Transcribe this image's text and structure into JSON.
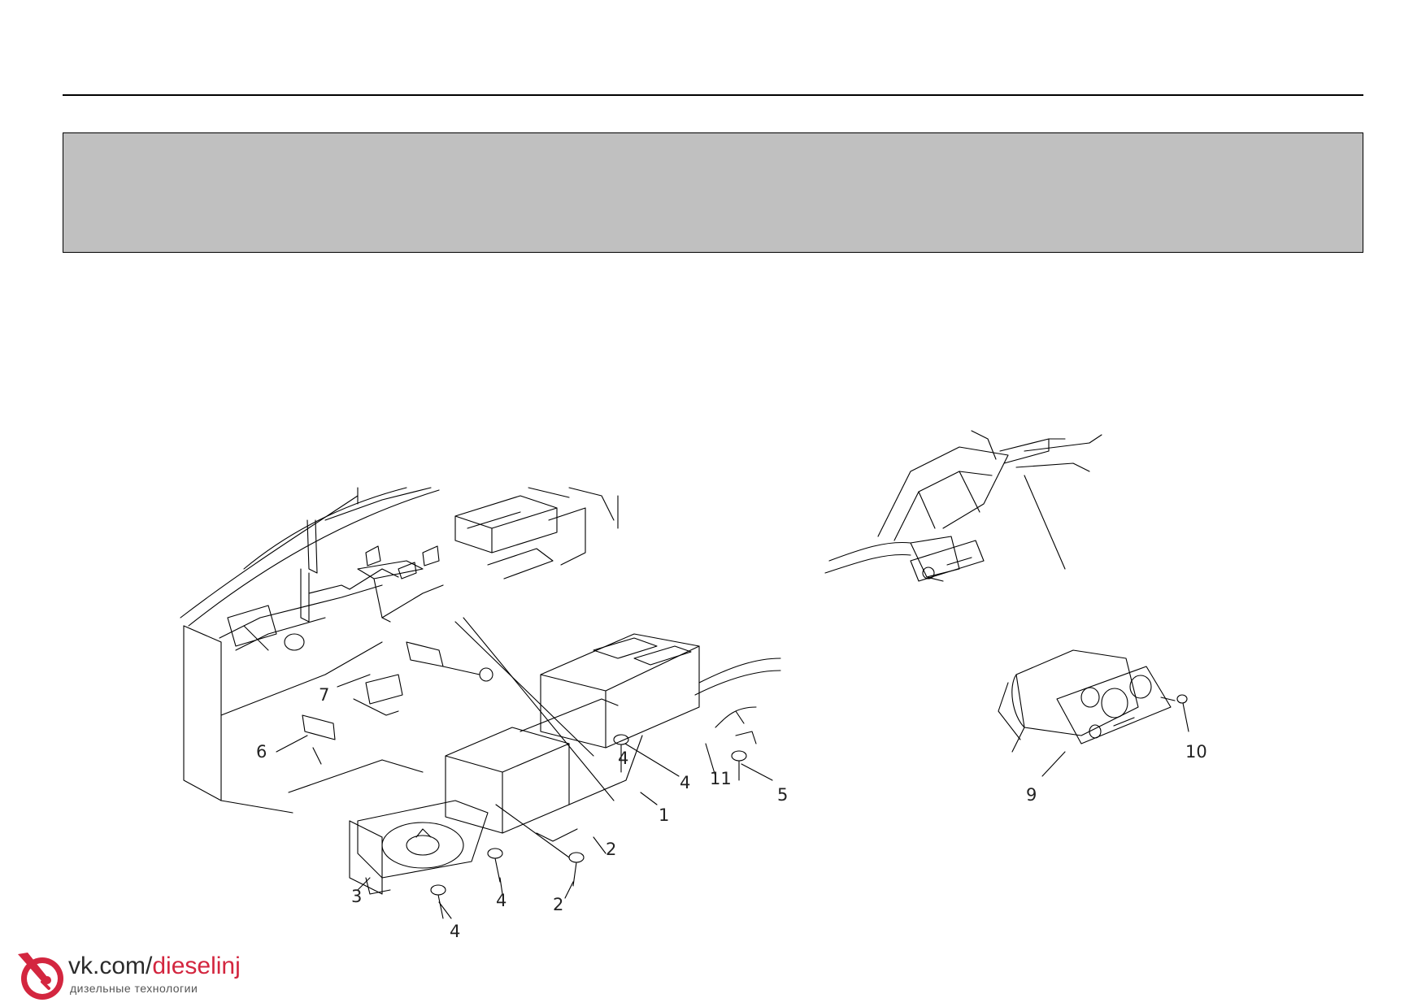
{
  "header": {
    "banner_text": ""
  },
  "left_figure": {
    "callouts": [
      "1",
      "2",
      "2",
      "3",
      "4",
      "4",
      "4",
      "4",
      "5",
      "6",
      "7",
      "11"
    ]
  },
  "right_figure": {
    "callouts": [
      "9",
      "10"
    ]
  },
  "watermark": {
    "site": "vk.com/",
    "handle": "dieselinj",
    "tagline": "дизельные технологии",
    "brand_color": "#d3263f"
  }
}
